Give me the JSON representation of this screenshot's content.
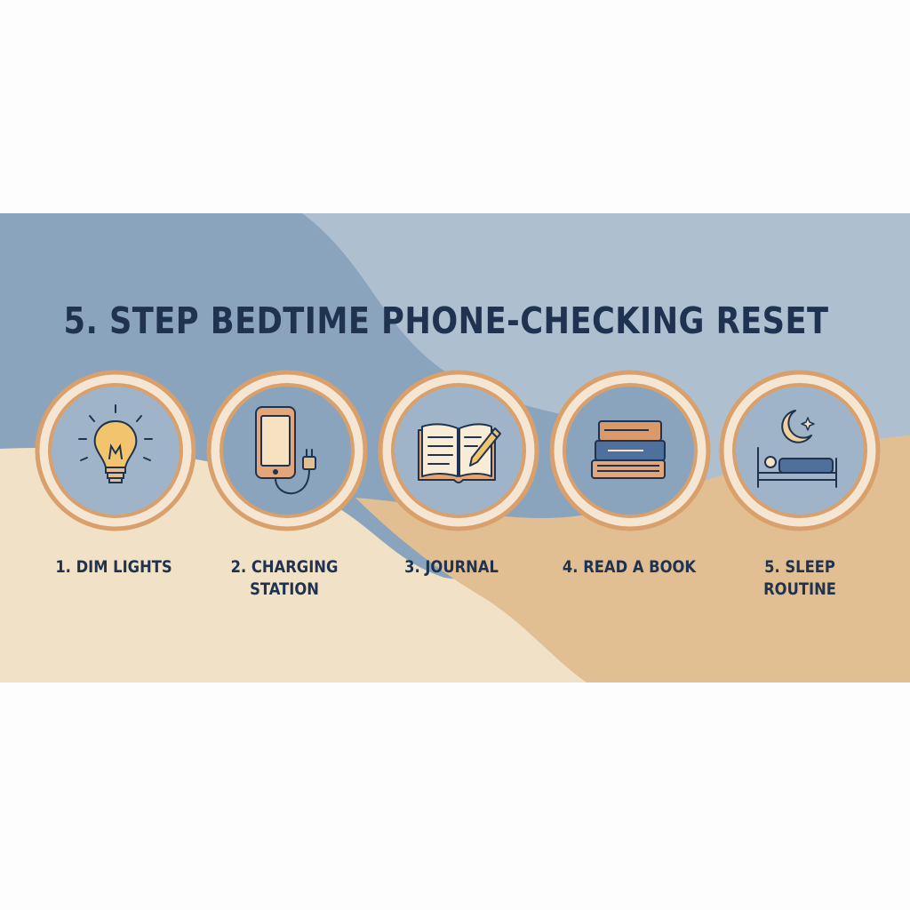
{
  "title": "5. STEP BEDTIME PHONE-CHECKING RESET",
  "colors": {
    "title_text": "#1f3350",
    "blue_dark": "#8aa4bd",
    "blue_light": "#aebfd0",
    "sand_light": "#f1e1c6",
    "sand_dark": "#e2bf92",
    "ring": "#d9a06b",
    "circle_fill": "#9fb4c9"
  },
  "steps": [
    {
      "label_line1": "1. DIM LIGHTS",
      "label_line2": "",
      "icon": "lightbulb-icon"
    },
    {
      "label_line1": "2. CHARGING",
      "label_line2": "STATION",
      "icon": "phone-charging-icon"
    },
    {
      "label_line1": "3. JOURNAL",
      "label_line2": "",
      "icon": "journal-icon"
    },
    {
      "label_line1": "4. READ A BOOK",
      "label_line2": "",
      "icon": "books-icon"
    },
    {
      "label_line1": "5. SLEEP",
      "label_line2": "ROUTINE",
      "icon": "sleep-icon"
    }
  ]
}
